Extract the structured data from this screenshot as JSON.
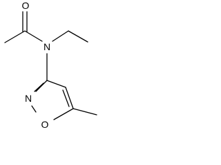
{
  "molecule": {
    "atoms": {
      "carbonyl_oxygen": "O",
      "amide_nitrogen": "N",
      "ring_nitrogen": "N",
      "ring_oxygen": "O"
    }
  }
}
